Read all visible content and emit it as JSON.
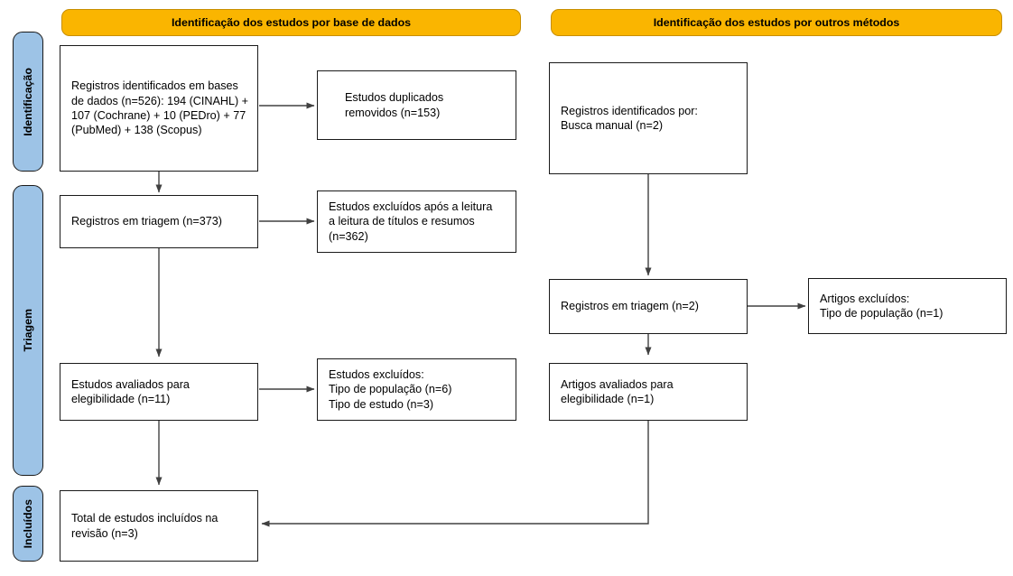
{
  "diagram": {
    "title": "PRISMA flow diagram",
    "colors": {
      "header_fill": "#FAB500",
      "header_stroke": "#C78E00",
      "stage_fill": "#9DC3E6",
      "box_stroke": "#1A1A1A",
      "edge_stroke": "#404040",
      "text": "#000000",
      "background": "#FFFFFF"
    },
    "headers": [
      {
        "id": "header-databases",
        "label": "Identificação dos estudos por base de dados"
      },
      {
        "id": "header-other-methods",
        "label": "Identificação dos estudos por outros métodos"
      }
    ],
    "stages": [
      {
        "id": "stage-identificacao",
        "label": "Identificação"
      },
      {
        "id": "stage-triagem",
        "label": "Triagem"
      },
      {
        "id": "stage-incluidos",
        "label": "Incluídos"
      }
    ],
    "nodes": {
      "records_identified_db": "Registros identificados em bases de dados (n=526): 194 (CINAHL) + 107 (Cochrane) + 10 (PEDro) + 77 (PubMed) + 138 (Scopus)",
      "duplicates_removed": "Estudos duplicados\nremovidos (n=153)",
      "records_screened_db": "Registros em triagem (n=373)",
      "records_excluded_screening": "Estudos excluídos após a leitura\na leitura de títulos e resumos\n(n=362)",
      "studies_assessed_db": "Estudos avaliados para\nelegibilidade (n=11)",
      "studies_excluded_db": "Estudos excluídos:\n    Tipo de população (n=6)\n    Tipo de estudo (n=3)",
      "records_identified_other": "Registros identificados por:\n    Busca manual (n=2)",
      "records_screened_other": "Registros em triagem (n=2)",
      "articles_excluded_other": "Artigos excluídos:\n    Tipo de população (n=1)",
      "articles_assessed_other": "Artigos avaliados para\nelegibilidade (n=1)",
      "total_included": "Total de estudos incluídos na\nrevisão (n=3)"
    }
  },
  "chart_data": {
    "type": "diagram",
    "title": "Fluxograma PRISMA",
    "columns": [
      "Identificação dos estudos por base de dados",
      "Identificação dos estudos por outros métodos"
    ],
    "stages": [
      "Identificação",
      "Triagem",
      "Incluídos"
    ],
    "counts": {
      "records_identified_databases_total": 526,
      "records_by_source": {
        "CINAHL": 194,
        "Cochrane": 107,
        "PEDro": 10,
        "PubMed": 77,
        "Scopus": 138
      },
      "duplicates_removed": 153,
      "records_screened_databases": 373,
      "records_excluded_after_title_abstract": 362,
      "studies_assessed_eligibility_databases": 11,
      "studies_excluded_population": 6,
      "studies_excluded_study_type": 3,
      "records_identified_manual_search": 2,
      "records_screened_other": 2,
      "articles_excluded_population_other": 1,
      "articles_assessed_eligibility_other": 1,
      "total_included_in_review": 3
    }
  }
}
